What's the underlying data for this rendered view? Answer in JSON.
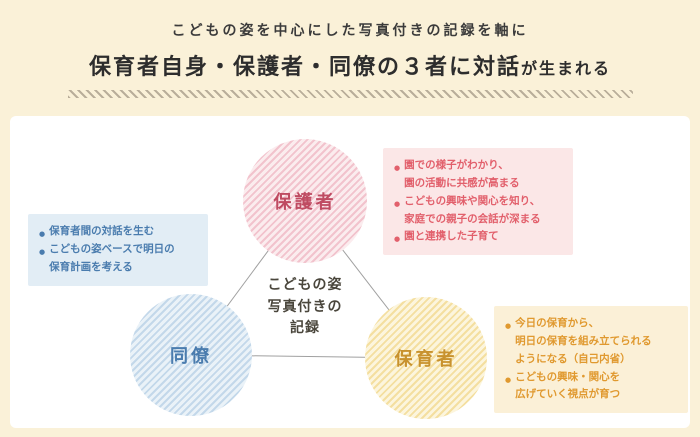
{
  "header": {
    "line1": "こどもの姿を中心にした写真付きの記録を軸に",
    "line2_main": "保育者自身・保護者・同僚の３者に対話",
    "line2_suffix": "が生まれる"
  },
  "diagram": {
    "center_label": "こどもの姿\n写真付きの\n記録",
    "circles": {
      "guardians": {
        "label": "保護者"
      },
      "colleagues": {
        "label": "同僚"
      },
      "teachers": {
        "label": "保育者"
      }
    },
    "notes": {
      "guardians": [
        "園での様子がわかり、\n園の活動に共感が高まる",
        "こどもの興味や関心を知り、\n家庭での親子の会話が深まる",
        "園と連携した子育て"
      ],
      "colleagues": [
        "保育者間の対話を生む",
        "こどもの姿ベースで明日の\n保育計画を考える"
      ],
      "teachers": [
        "今日の保育から、\n明日の保育を組み立てられる\nようになる（自己内省）",
        "こどもの興味・関心を\n広げていく視点が育つ"
      ]
    }
  },
  "colors": {
    "page_bg": "#faf1d8",
    "panel_bg": "#ffffff",
    "guardians_accent": "#bf4b62",
    "guardians_note_bg": "#fbe7e7",
    "guardians_note_text": "#e2606c",
    "colleagues_accent": "#4a7cae",
    "colleagues_note_bg": "#e2edf5",
    "teachers_accent": "#c8922e",
    "teachers_note_bg": "#fbf0d7",
    "teachers_note_text": "#e0992f",
    "connector_line": "#a0a0a0"
  }
}
